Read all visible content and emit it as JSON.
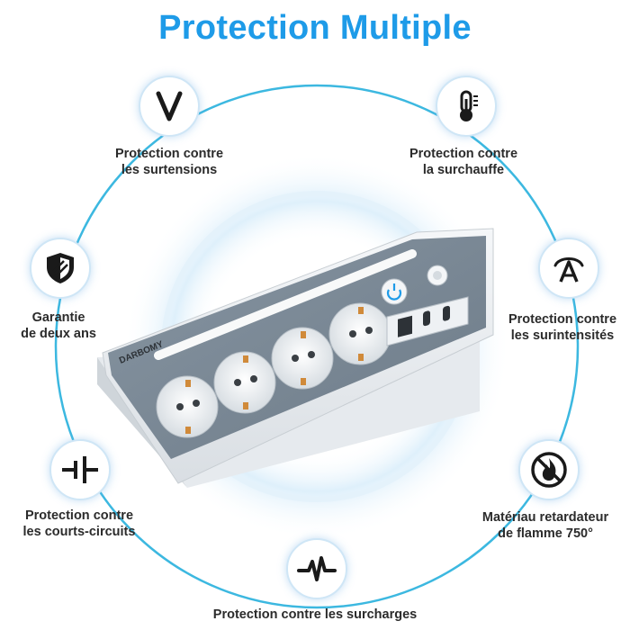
{
  "title": "Protection Multiple",
  "colors": {
    "title": "#1e9be8",
    "ring": "#3cb8e0",
    "panel": "#7a8a99",
    "label": "#2b2b2b"
  },
  "features": [
    {
      "id": "surtensions",
      "icon": "volt-v-icon",
      "line1": "Protection contre",
      "line2": "les surtensions"
    },
    {
      "id": "surchauffe",
      "icon": "thermometer-icon",
      "line1": "Protection contre",
      "line2": "la surchauffe"
    },
    {
      "id": "garantie",
      "icon": "shield-icon",
      "line1": "Garantie",
      "line2": "de deux ans"
    },
    {
      "id": "surintensites",
      "icon": "ampere-icon",
      "line1": "Protection contre",
      "line2": "les surintensités"
    },
    {
      "id": "courts-circuits",
      "icon": "circuit-icon",
      "line1": "Protection contre",
      "line2": "les courts-circuits"
    },
    {
      "id": "retardateur",
      "icon": "no-fire-icon",
      "line1": "Matériau retardateur",
      "line2": "de flamme 750°"
    },
    {
      "id": "surcharges",
      "icon": "pulse-icon",
      "line1": "Protection contre les surcharges"
    }
  ],
  "product": {
    "brand": "DARBOMY",
    "outlets": 4,
    "usb_ports": [
      "USB-A",
      "USB-C",
      "USB-C"
    ],
    "icons": [
      "power-button-icon",
      "light-button-icon"
    ]
  }
}
